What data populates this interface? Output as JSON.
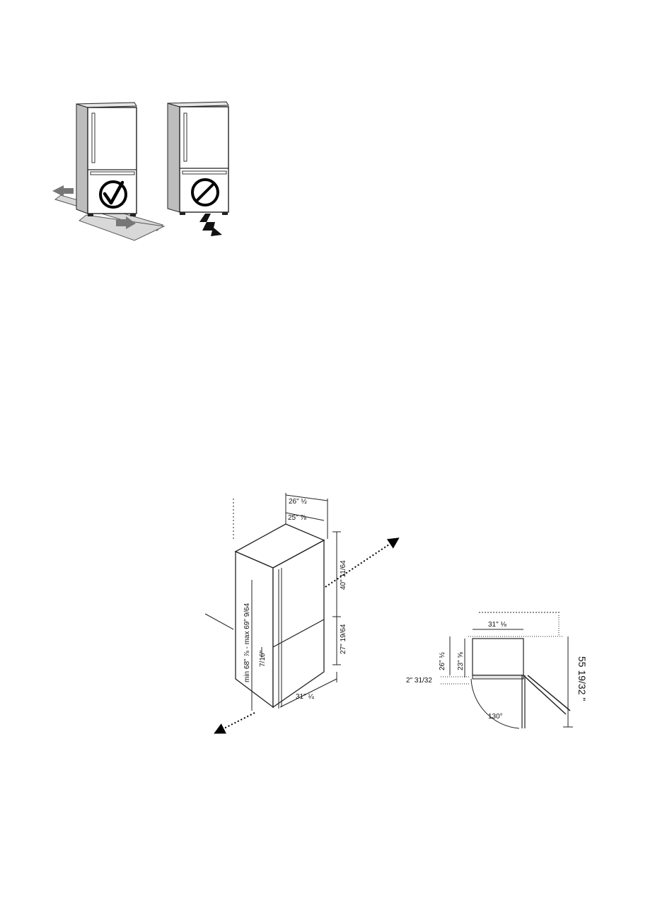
{
  "figure_moving": {
    "ok_symbol": "checkmark-in-circle",
    "bad_symbol": "prohibited-circle"
  },
  "iso_dims": {
    "depth_total": "26\" ½",
    "depth_body": "25\" ⅞",
    "upper_height": "40\" 11/64",
    "lower_height": "27\" 19/64",
    "height_range": "min 68\" ⅞ - max 69\" 9/64",
    "gap": "7/16\"",
    "width": "31\" ¼"
  },
  "plan_dims": {
    "width": "31\" ⅛",
    "depth_a": "26\" ½",
    "depth_b": "23\" ⅝",
    "offset": "2\" 31/32",
    "angle": "130°",
    "clearance": "55 19/32 \""
  }
}
